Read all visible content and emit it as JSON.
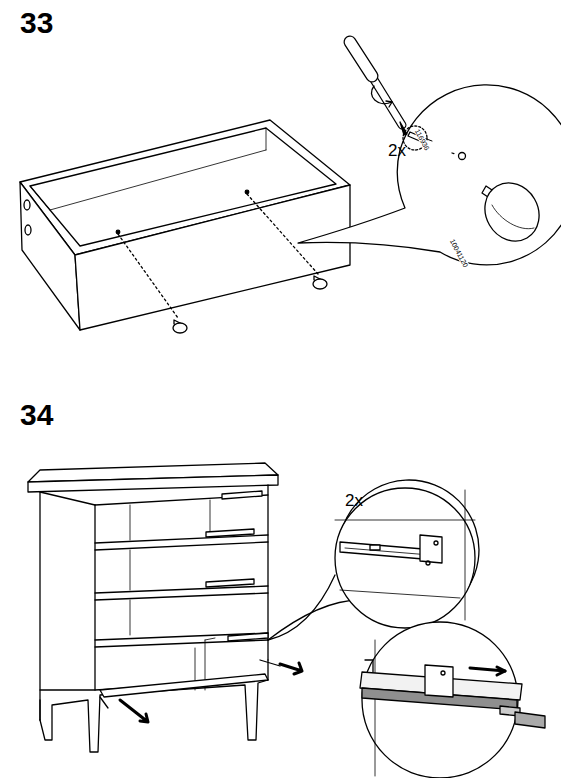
{
  "diagram": {
    "labels": [
      "33",
      "2x",
      "116936",
      "10041120",
      "34",
      "2x"
    ]
  }
}
